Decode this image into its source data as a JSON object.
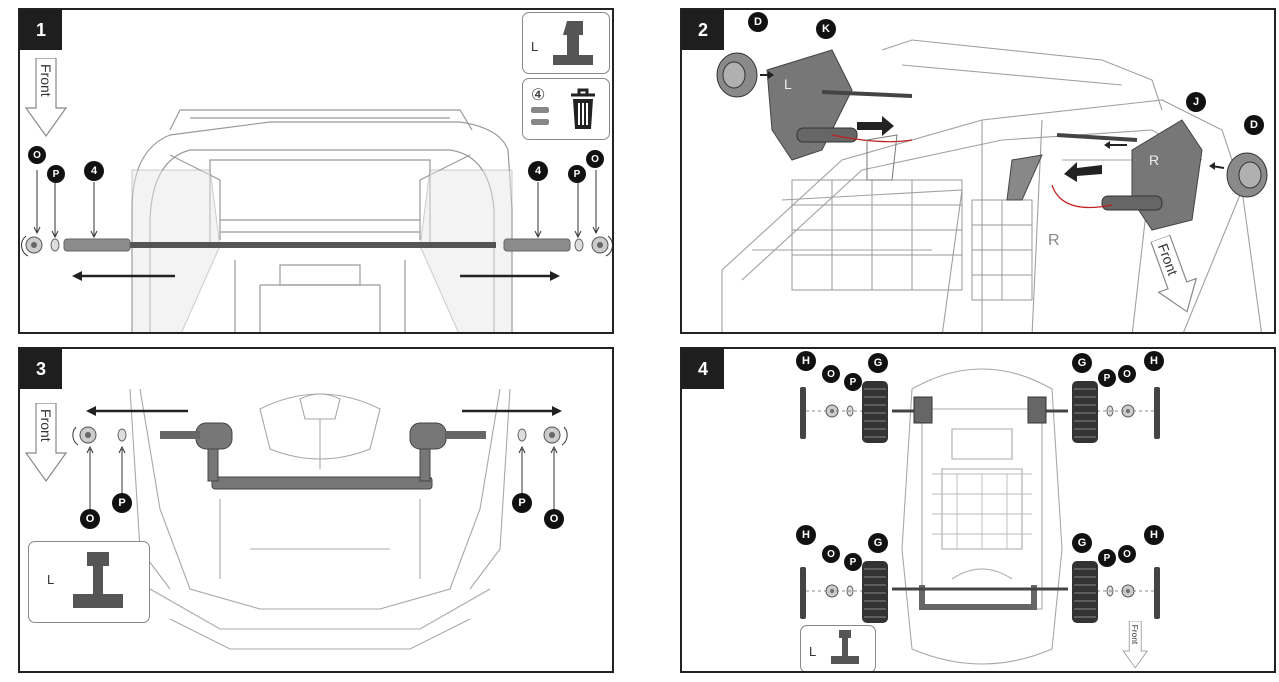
{
  "steps": [
    {
      "number": "1"
    },
    {
      "number": "2"
    },
    {
      "number": "3"
    },
    {
      "number": "4"
    }
  ],
  "front_label": "Front",
  "inset_label": "L",
  "discard_count": "④",
  "part_labels": {
    "axle": "4",
    "nut": "O",
    "washer": "P",
    "hub_cap": "D",
    "gearbox_right": "J",
    "gearbox_left": "K",
    "wheel": "G",
    "wheel_cover": "H"
  },
  "body_letters": {
    "left": "L",
    "right": "R"
  },
  "icons": [
    "trash-icon",
    "step-badge",
    "front-arrow-icon"
  ]
}
